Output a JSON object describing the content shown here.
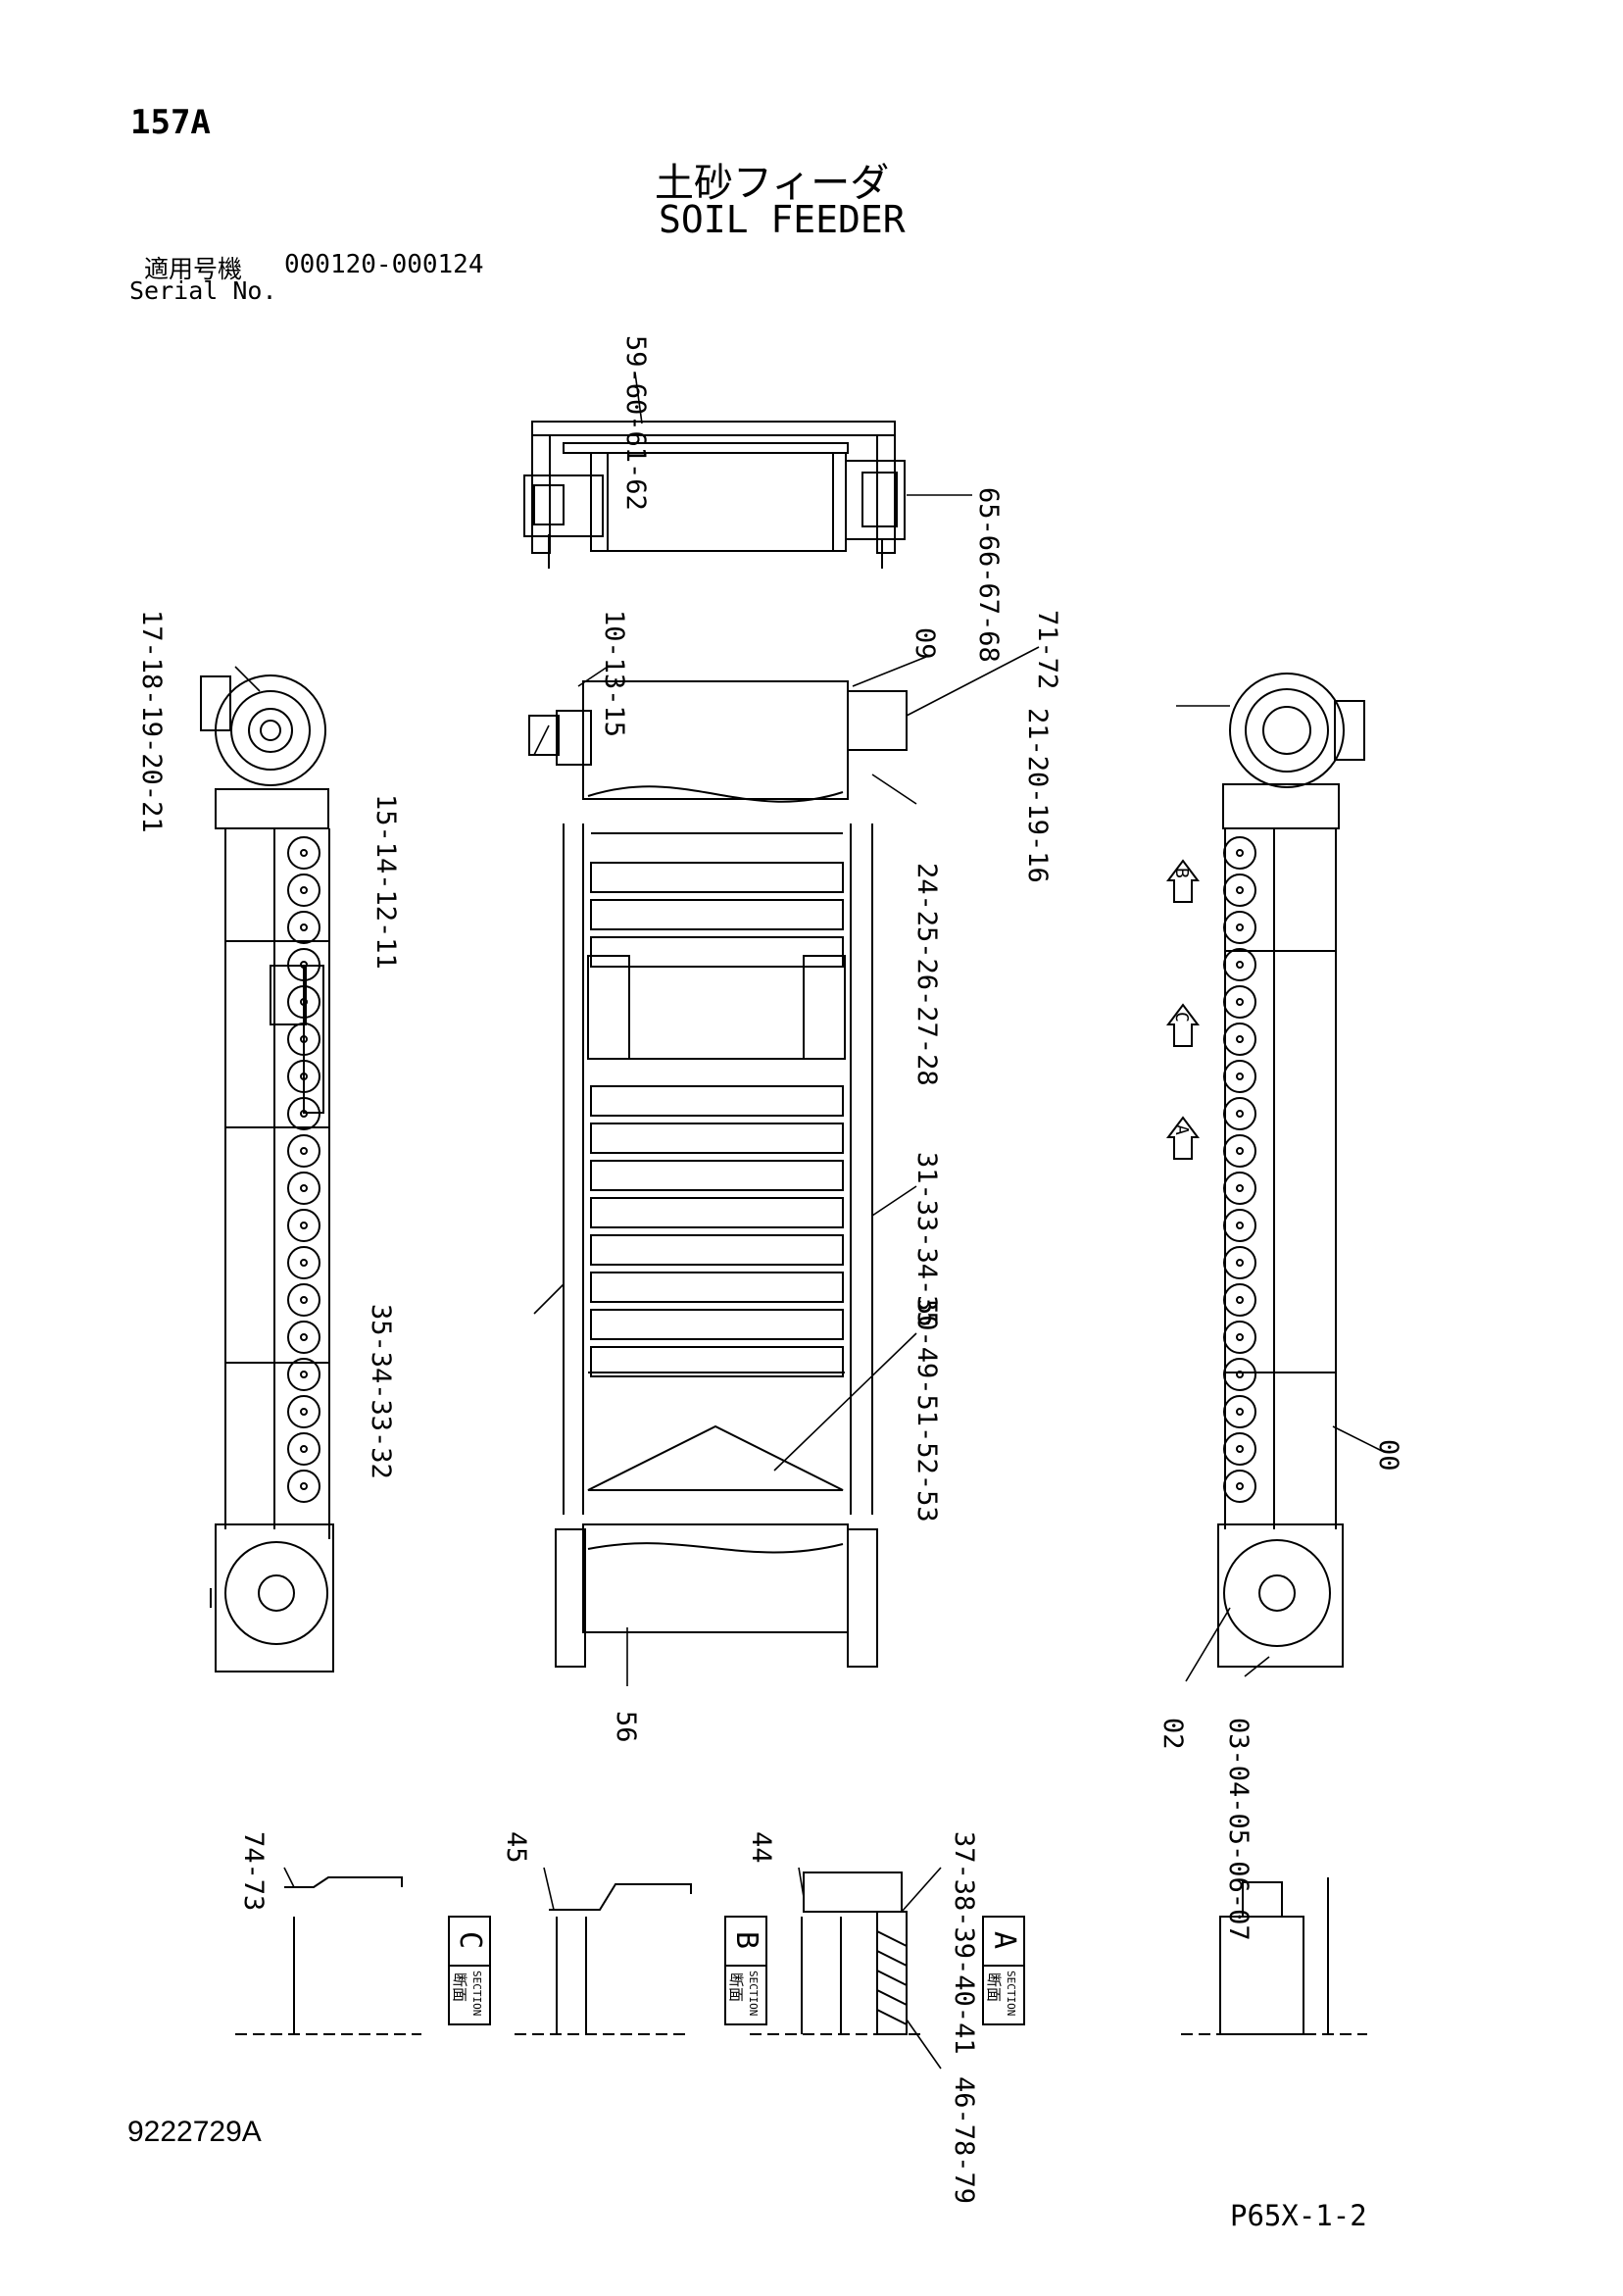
{
  "header": {
    "page_number": "157A",
    "title_jp": "土砂フィーダ",
    "title_en": "SOIL FEEDER",
    "serial_label_jp": "適用号機",
    "serial_range": "000120-000124",
    "serial_label_en": "Serial No."
  },
  "footer": {
    "drawing_number": "9222729A",
    "sheet_code": "P65X-1-2"
  },
  "callouts": {
    "top_view": "59-60-61-62",
    "top_view_right": "65-66-67-68",
    "left_head": "17-18-19-20-21",
    "left_mid": "15-14-12-11",
    "center_head": "10-13-15",
    "center_drum": "09",
    "center_right_head": "71-72",
    "center_side": "24-25-26-27-28",
    "center_rail_right": "31-33-34-35",
    "center_rail_left": "35-34-33-32",
    "center_skirt": "50-49-51-52-53",
    "center_tail": "56",
    "right_head": "21-20-19-16",
    "right_frame": "00",
    "right_tail_a": "02",
    "right_tail_b": "03-04-05-06-07",
    "sec_c": "74-73",
    "sec_c2": "45",
    "sec_b": "44",
    "sec_a_top": "37-38-39-40-41",
    "sec_a_bottom": "46-78-79"
  },
  "section_markers": {
    "a": "A",
    "b": "B",
    "c": "C",
    "jp": "断面",
    "en": "SECTION"
  }
}
